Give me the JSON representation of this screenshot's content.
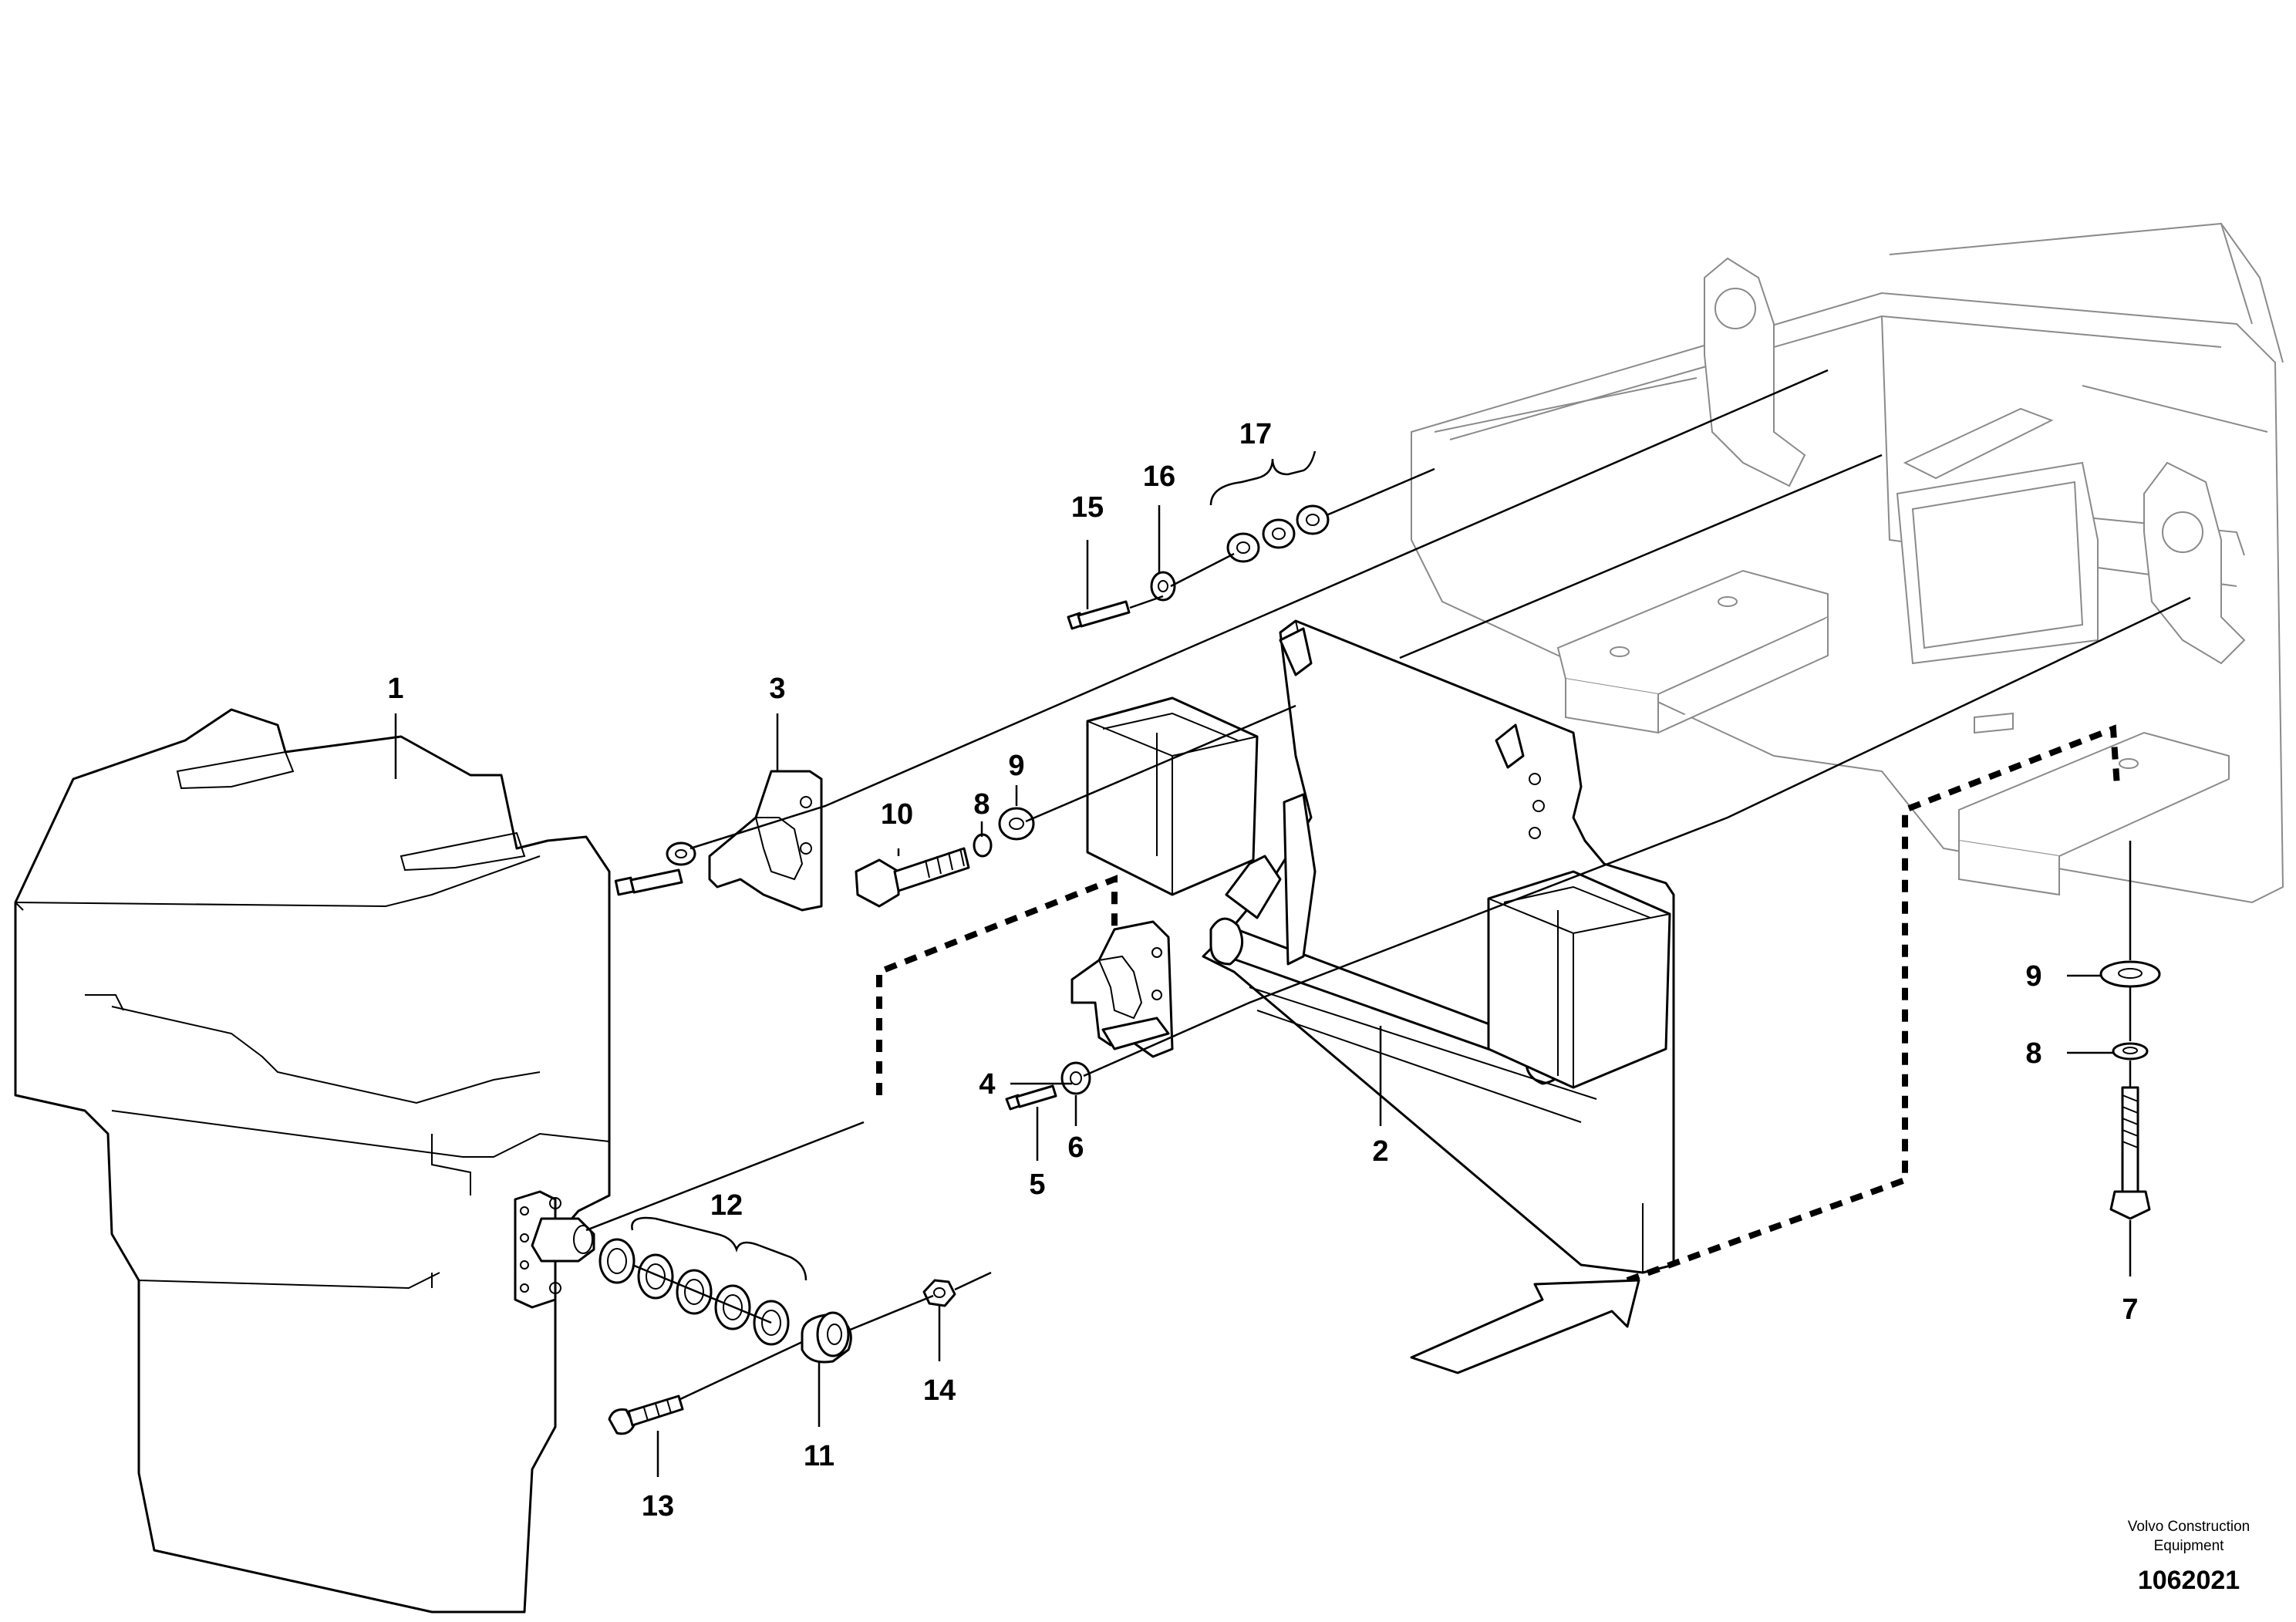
{
  "callouts": [
    "1",
    "2",
    "3",
    "4",
    "5",
    "6",
    "7",
    "8",
    "9",
    "10",
    "8",
    "9",
    "11",
    "12",
    "13",
    "14",
    "15",
    "16",
    "17"
  ],
  "credit_line1": "Volvo Construction",
  "credit_line2": "Equipment",
  "drawing_number": "1062021"
}
